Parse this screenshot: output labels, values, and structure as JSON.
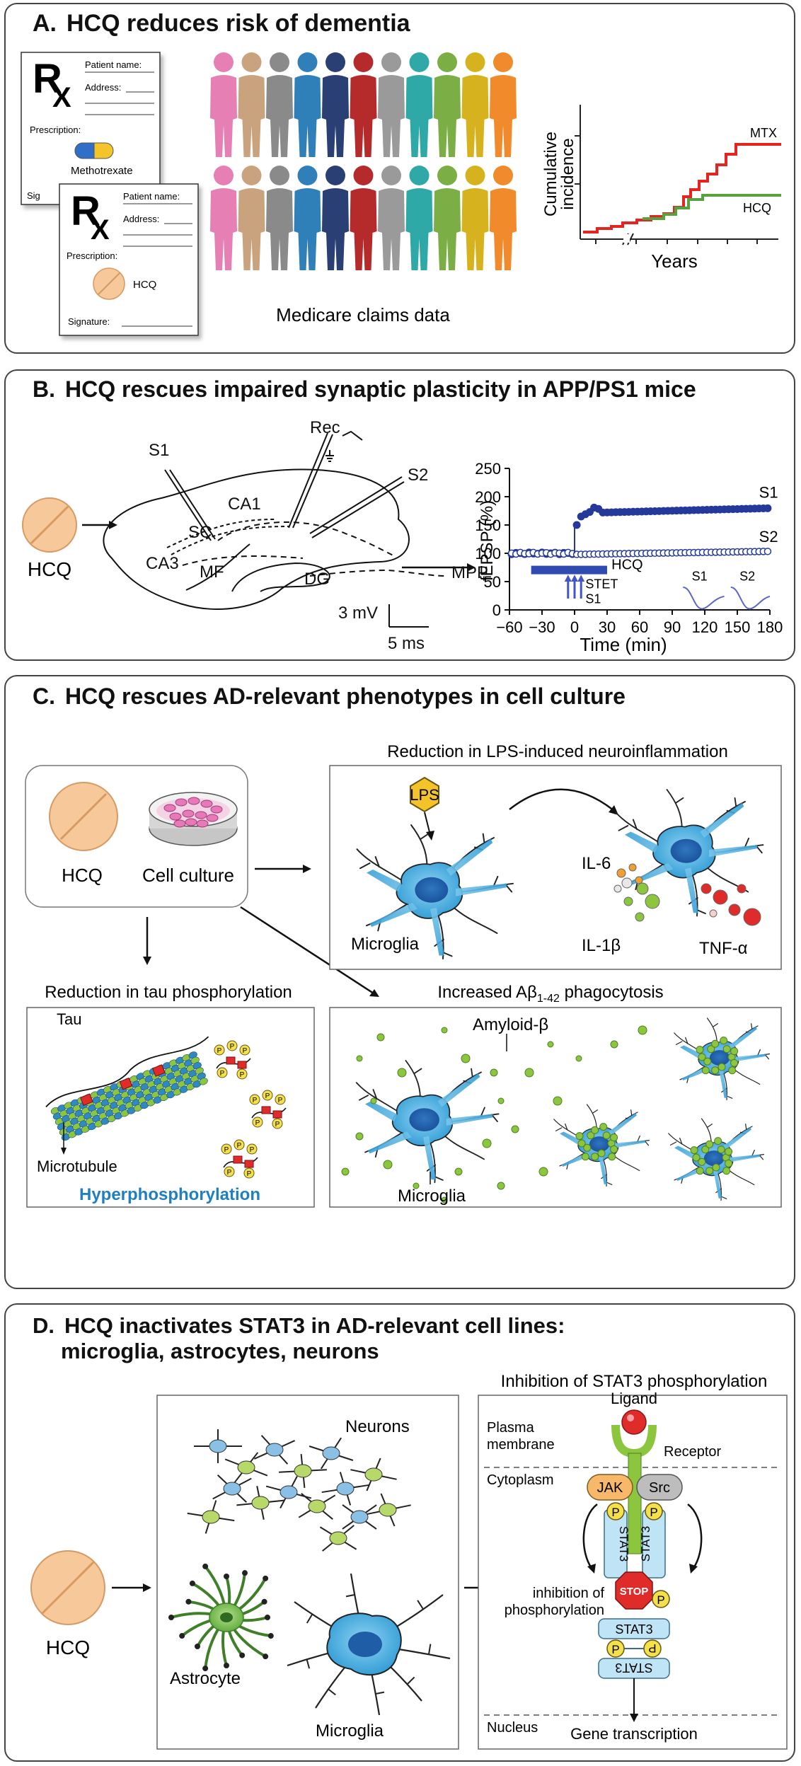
{
  "panelA": {
    "letter": "A.",
    "title": "HCQ reduces risk of dementia",
    "rx": "R",
    "rx_x": "X",
    "rx1": {
      "patient": "Patient name:",
      "address": "Address:",
      "prescription": "Prescription:",
      "drug": "Methotrexate",
      "signature": "Sig"
    },
    "rx2": {
      "patient": "Patient name:",
      "address": "Address:",
      "prescription": "Prescription:",
      "drug": "HCQ",
      "signature": "Signature:"
    },
    "people_caption": "Medicare claims data",
    "people_colors": [
      "#e57fb4",
      "#c9a37d",
      "#8a8a8a",
      "#2f7fb8",
      "#2a3f73",
      "#b52a2a",
      "#9a9a9a",
      "#2fa8a8",
      "#7cae46",
      "#d6b31e",
      "#f08a2a"
    ],
    "chart_ylabel_1": "Cumulative",
    "chart_ylabel_2": "incidence",
    "chart_xlabel": "Years",
    "series_mtx": "MTX",
    "series_hcq": "HCQ",
    "mtx_color": "#e52320",
    "hcq_color": "#56a23e"
  },
  "panelB": {
    "letter": "B.",
    "title": "HCQ rescues impaired synaptic plasticity in APP/PS1 mice",
    "hcq_label": "HCQ",
    "labels": {
      "s1": "S1",
      "rec": "Rec",
      "s2": "S2",
      "ca1": "CA1",
      "sc": "SC",
      "ca3": "CA3",
      "mf": "MF",
      "dg": "DG",
      "mpp": "MPP"
    },
    "scale_mv": "3 mV",
    "scale_ms": "5 ms",
    "chart_data": {
      "type": "scatter",
      "ylabel": "fEPSP (%)",
      "xlabel": "Time (min)",
      "xticks": [
        "−60",
        "−30",
        "0",
        "30",
        "60",
        "90",
        "120",
        "150",
        "180"
      ],
      "yticks": [
        "0",
        "50",
        "100",
        "150",
        "200",
        "250"
      ],
      "xlim": [
        -60,
        180
      ],
      "ylim": [
        0,
        250
      ],
      "series": [
        {
          "name": "S1",
          "filled": true
        },
        {
          "name": "S2",
          "filled": false
        }
      ],
      "annotations": {
        "hcq_bar": "HCQ",
        "stet": "STET",
        "stet_s1": "S1",
        "trace_s1": "S1",
        "trace_s2": "S2"
      }
    },
    "dark_blue": "#24399a"
  },
  "panelC": {
    "letter": "C.",
    "title": "HCQ rescues AD-relevant phenotypes in cell culture",
    "hcq_label": "HCQ",
    "culture_label": "Cell culture",
    "box1_title": "Reduction in LPS-induced neuroinflammation",
    "lps": "LPS",
    "microglia": "Microglia",
    "il6": "IL-6",
    "il1b": "IL-1β",
    "tnfa": "TNF-α",
    "box2_title": "Reduction in tau phosphorylation",
    "tau": "Tau",
    "microtubule": "Microtubule",
    "hyper": "Hyperphosphorylation",
    "p": "P",
    "box3_title_pre": "Increased Aβ",
    "box3_title_sub": "1-42",
    "box3_title_post": " phagocytosis",
    "amyloid": "Amyloid-β",
    "microglia2": "Microglia",
    "hyper_color": "#1f7fc0"
  },
  "panelD": {
    "letter": "D.",
    "title_line1": "HCQ inactivates STAT3 in AD-relevant cell lines:",
    "title_line2": "microglia, astrocytes, neurons",
    "hcq_label": "HCQ",
    "neurons": "Neurons",
    "astrocyte": "Astrocyte",
    "microglia": "Microglia",
    "box_title": "Inhibition of STAT3 phosphorylation",
    "ligand": "Ligand",
    "plasma1": "Plasma",
    "plasma2": "membrane",
    "receptor": "Receptor",
    "cytoplasm": "Cytoplasm",
    "jak": "JAK",
    "src": "Src",
    "stat3": "STAT3",
    "p": "P",
    "stop": "STOP",
    "inhib1": "inhibition of",
    "inhib2": "phosphorylation",
    "nucleus": "Nucleus",
    "gene": "Gene transcription"
  }
}
